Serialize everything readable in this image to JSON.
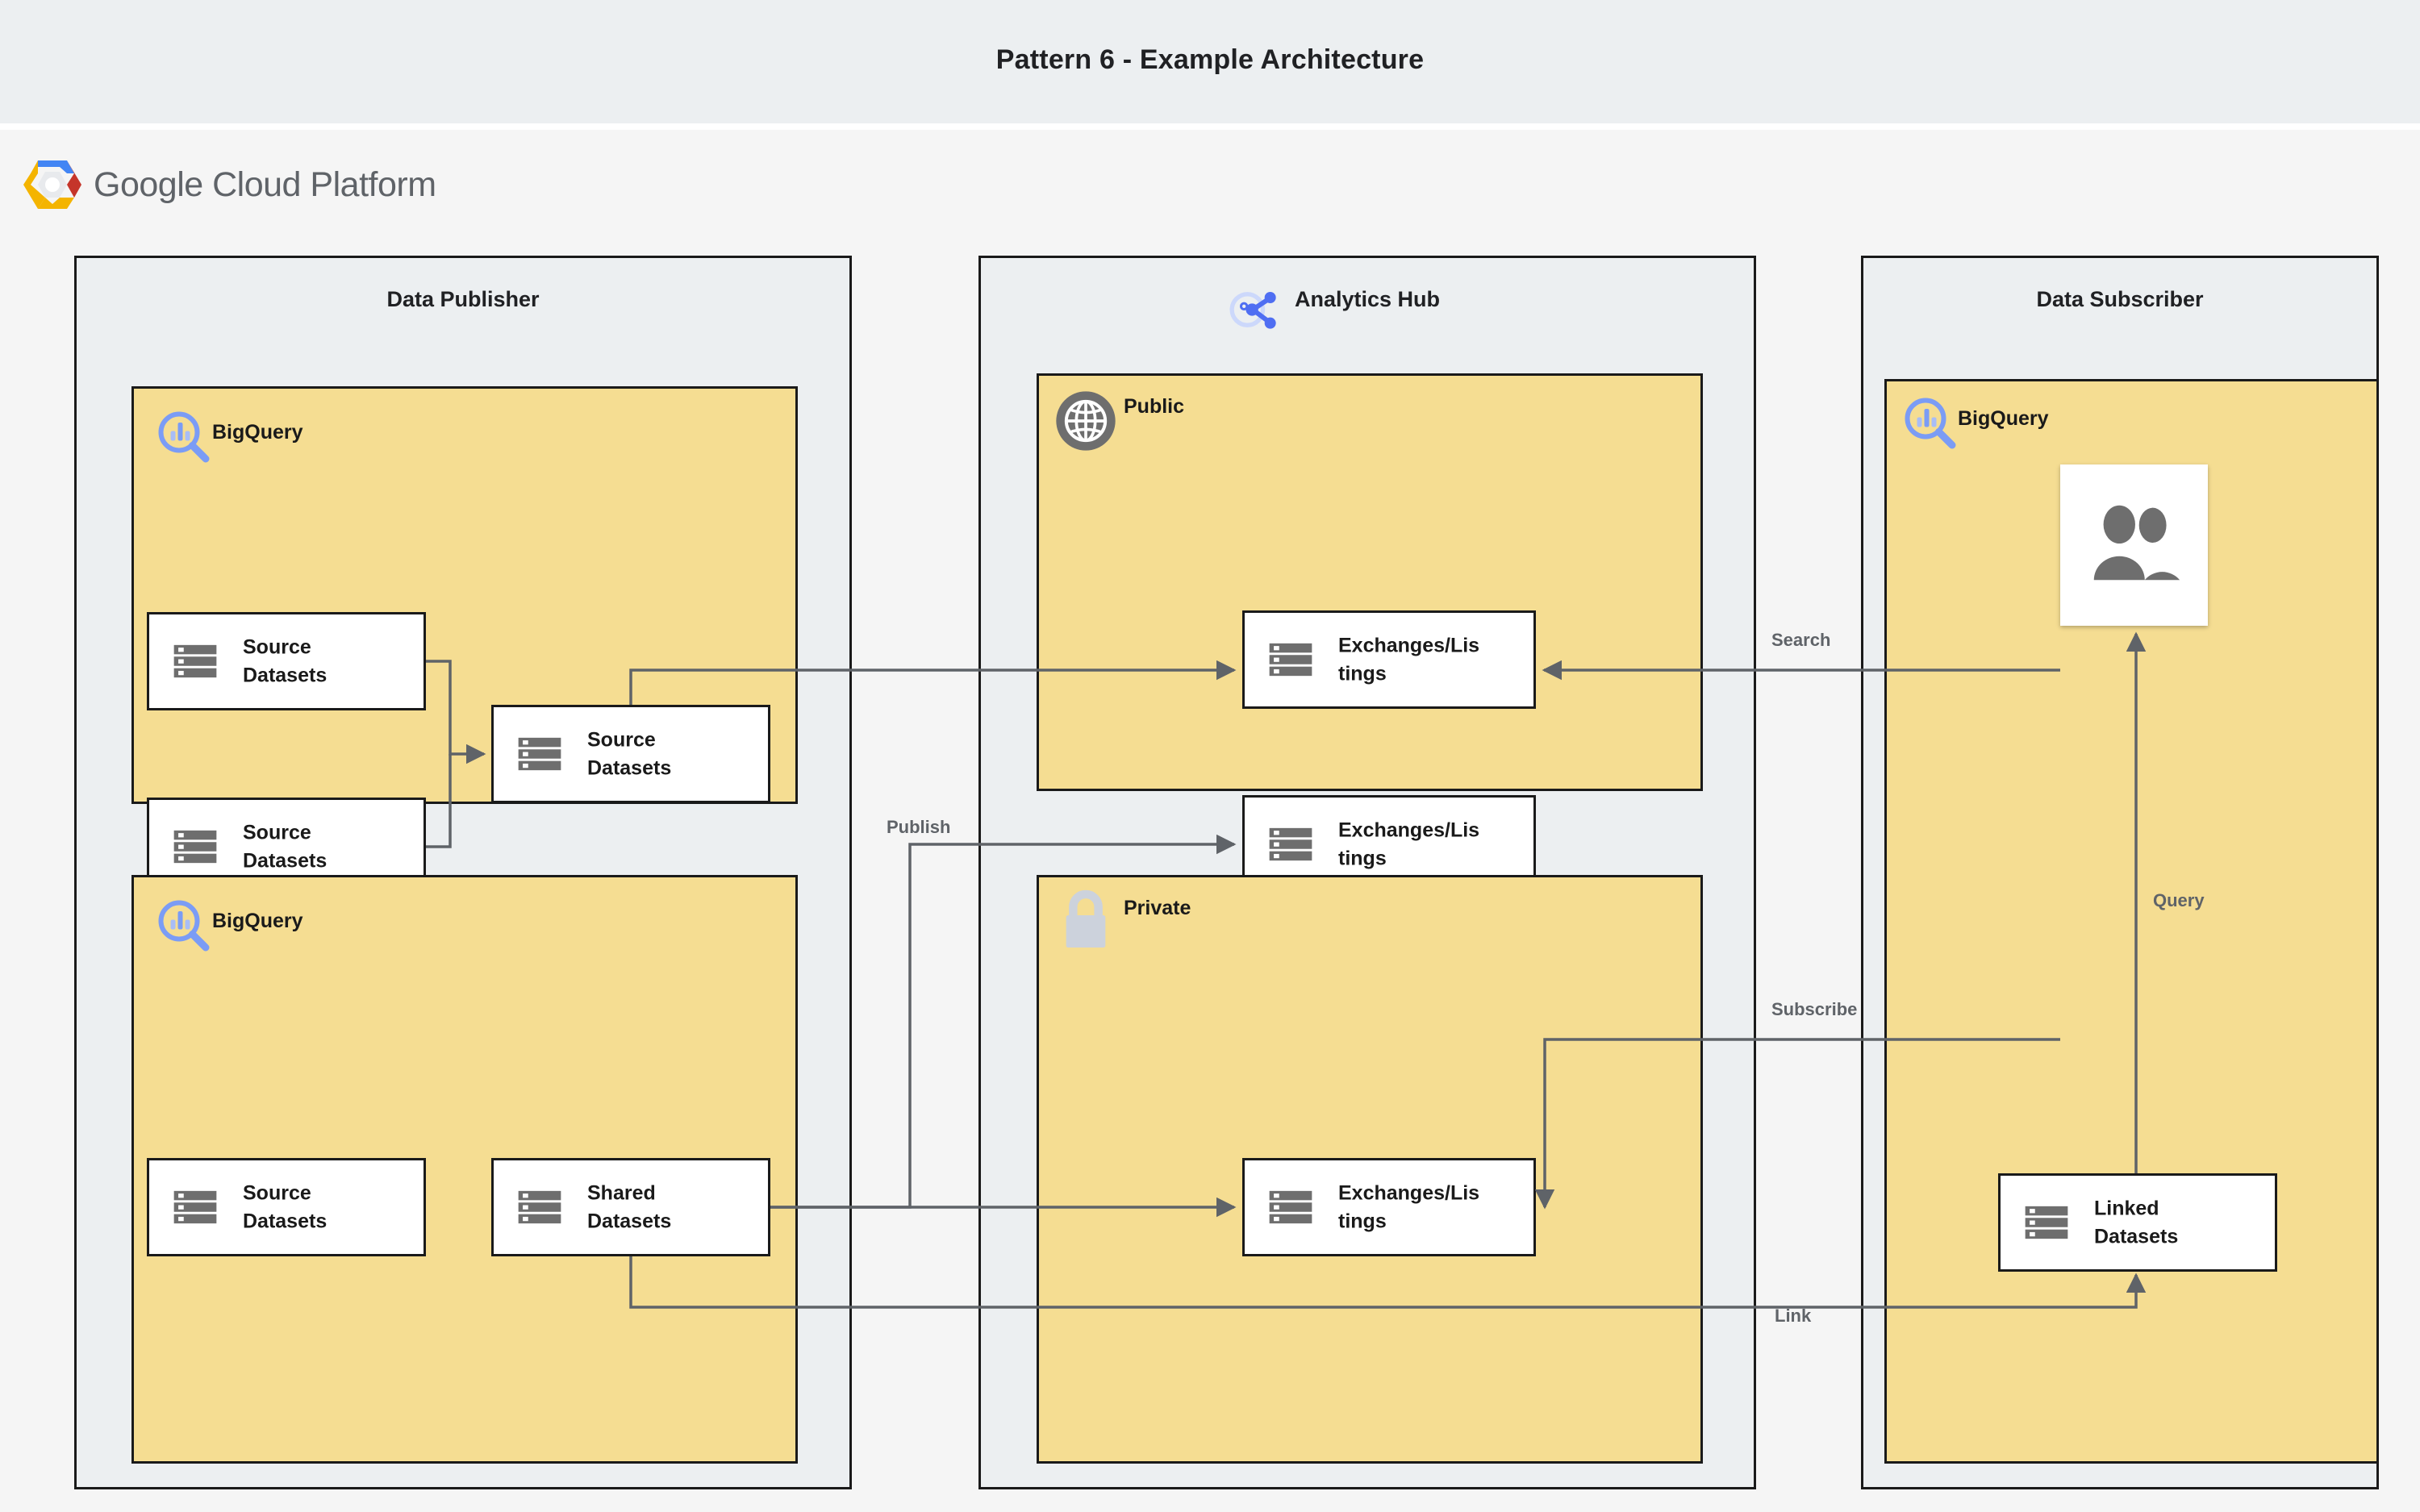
{
  "page": {
    "title": "Pattern 6 - Example Architecture",
    "brand": {
      "name_bold": "Google",
      "name_rest": " Cloud Platform"
    },
    "colors": {
      "title_band": "#eceff1",
      "canvas": "#f5f5f5",
      "group_fill": "#eceff1",
      "service_fill": "#f5dd92",
      "node_fill": "#ffffff",
      "border": "#1a1a1a",
      "wire": "#5f6368",
      "bigquery_blue": "#7b9cf5",
      "icon_gray": "#6e6e6e",
      "lock_gray": "#ccd2dc",
      "analytics_blue": "#4f6ef2",
      "logo_blue": "#4285f4",
      "logo_red": "#c5352a",
      "logo_yellow": "#f4b400",
      "logo_center": "#e8eaed"
    }
  },
  "groups": [
    {
      "id": "data-publisher",
      "title": "Data Publisher",
      "icon": null
    },
    {
      "id": "analytics-hub",
      "title": "Analytics Hub",
      "icon": "analytics-hub-share-icon"
    },
    {
      "id": "data-subscriber",
      "title": "Data Subscriber",
      "icon": null
    }
  ],
  "services": [
    {
      "id": "publisher-bigquery-top",
      "label": "BigQuery",
      "icon": "bigquery-icon"
    },
    {
      "id": "publisher-bigquery-bottom",
      "label": "BigQuery",
      "icon": "bigquery-icon"
    },
    {
      "id": "hub-public",
      "label": "Public",
      "icon": "globe-icon"
    },
    {
      "id": "hub-private",
      "label": "Private",
      "icon": "lock-icon"
    },
    {
      "id": "subscriber-bigquery",
      "label": "BigQuery",
      "icon": "bigquery-icon"
    }
  ],
  "nodes": [
    {
      "id": "publisher-source-1",
      "line1": "Source",
      "line2": "Datasets",
      "icon": "dataset-icon"
    },
    {
      "id": "publisher-source-2",
      "line1": "Source",
      "line2": "Datasets",
      "icon": "dataset-icon"
    },
    {
      "id": "publisher-source-merged",
      "line1": "Source",
      "line2": "Datasets",
      "icon": "dataset-icon"
    },
    {
      "id": "publisher-source-bottom",
      "line1": "Source",
      "line2": "Datasets",
      "icon": "dataset-icon"
    },
    {
      "id": "publisher-shared",
      "line1": "Shared",
      "line2": "Datasets",
      "icon": "dataset-icon"
    },
    {
      "id": "public-listing-1",
      "line1": "Exchanges/Lis",
      "line2": "tings",
      "icon": "dataset-icon"
    },
    {
      "id": "public-listing-2",
      "line1": "Exchanges/Lis",
      "line2": "tings",
      "icon": "dataset-icon"
    },
    {
      "id": "private-listing",
      "line1": "Exchanges/Lis",
      "line2": "tings",
      "icon": "dataset-icon"
    },
    {
      "id": "subscriber-linked",
      "line1": "Linked",
      "line2": "Datasets",
      "icon": "dataset-icon"
    },
    {
      "id": "subscriber-users",
      "line1": "",
      "line2": "",
      "icon": "users-icon"
    }
  ],
  "edges": [
    {
      "id": "publish",
      "label": "Publish"
    },
    {
      "id": "search",
      "label": "Search"
    },
    {
      "id": "subscribe",
      "label": "Subscribe"
    },
    {
      "id": "query",
      "label": "Query"
    },
    {
      "id": "link",
      "label": "Link"
    }
  ]
}
